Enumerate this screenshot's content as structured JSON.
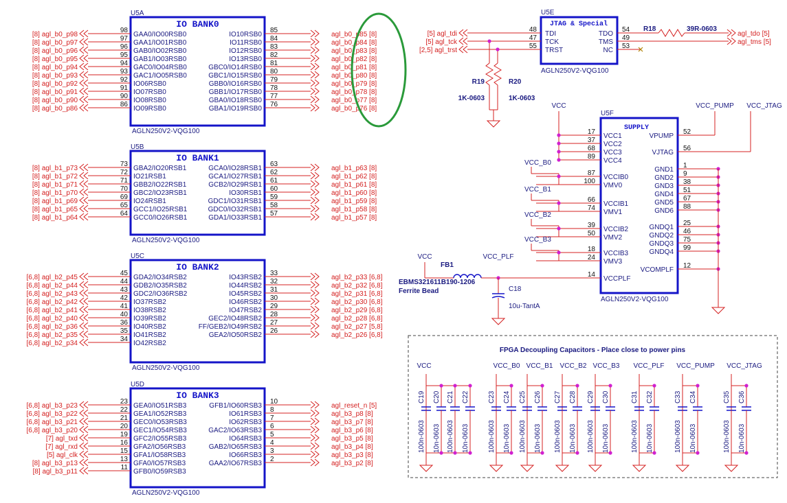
{
  "colors": {
    "wire": "#d42020",
    "box": "#1414c8",
    "text": "#1a1a80",
    "annotation": "#2a9a3a"
  },
  "u5a": {
    "ref": "U5A",
    "title": "IO BANK0",
    "part": "AGLN250V2-VQG100",
    "left": [
      {
        "net": "[8]  agl_b0_p98",
        "num": "98",
        "pin": "GAA0/IO00RSB0"
      },
      {
        "net": "[8]  agl_b0_p97",
        "num": "97",
        "pin": "GAA1/IO01RSB0"
      },
      {
        "net": "[8]  agl_b0_p96",
        "num": "96",
        "pin": "GAB0/IO02RSB0"
      },
      {
        "net": "[8]  agl_b0_p95",
        "num": "95",
        "pin": "GAB1/IO03RSB0"
      },
      {
        "net": "[8]  agl_b0_p94",
        "num": "94",
        "pin": "GAC0/IO04RSB0"
      },
      {
        "net": "[8]  agl_b0_p93",
        "num": "93",
        "pin": "GAC1/IO05RSB0"
      },
      {
        "net": "[8]  agl_b0_p92",
        "num": "92",
        "pin": "IO06RSB0"
      },
      {
        "net": "[8]  agl_b0_p91",
        "num": "91",
        "pin": "IO07RSB0"
      },
      {
        "net": "[8]  agl_b0_p90",
        "num": "90",
        "pin": "IO08RSB0"
      },
      {
        "net": "[8]  agl_b0_p86",
        "num": "86",
        "pin": "IO09RSB0"
      }
    ],
    "right": [
      {
        "pin": "IO10RSB0",
        "num": "85",
        "net": "agl_b0_p85  [8]"
      },
      {
        "pin": "IO11RSB0",
        "num": "84",
        "net": "agl_b0_p84  [8]"
      },
      {
        "pin": "IO12RSB0",
        "num": "83",
        "net": "agl_b0_p83  [8]"
      },
      {
        "pin": "IO13RSB0",
        "num": "82",
        "net": "agl_b0_p82  [8]"
      },
      {
        "pin": "GBC0/IO14RSB0",
        "num": "81",
        "net": "agl_b0_p81  [8]"
      },
      {
        "pin": "GBC1/IO15RSB0",
        "num": "80",
        "net": "agl_b0_p80  [8]"
      },
      {
        "pin": "GBB0/IO16RSB0",
        "num": "79",
        "net": "agl_b0_p79  [8]"
      },
      {
        "pin": "GBB1/IO17RSB0",
        "num": "78",
        "net": "agl_b0_p78  [8]"
      },
      {
        "pin": "GBA0/IO18RSB0",
        "num": "77",
        "net": "agl_b0_p77  [8]"
      },
      {
        "pin": "GBA1/IO19RSB0",
        "num": "76",
        "net": "agl_b0_p76  [8]"
      }
    ]
  },
  "u5b": {
    "ref": "U5B",
    "title": "IO BANK1",
    "part": "AGLN250V2-VQG100",
    "left": [
      {
        "net": "[8]  agl_b1_p73",
        "num": "73",
        "pin": "GBA2/IO20RSB1"
      },
      {
        "net": "[8]  agl_b1_p72",
        "num": "72",
        "pin": "IO21RSB1"
      },
      {
        "net": "[8]  agl_b1_p71",
        "num": "71",
        "pin": "GBB2/IO22RSB1"
      },
      {
        "net": "[8]  agl_b1_p70",
        "num": "70",
        "pin": "GBC2/IO23RSB1"
      },
      {
        "net": "[8]  agl_b1_p69",
        "num": "69",
        "pin": "IO24RSB1"
      },
      {
        "net": "[8]  agl_b1_p65",
        "num": "65",
        "pin": "GCC1/IO25RSB1"
      },
      {
        "net": "[8]  agl_b1_p64",
        "num": "64",
        "pin": "GCC0/IO26RSB1"
      }
    ],
    "right": [
      {
        "pin": "GCA0/IO28RSB1",
        "num": "63",
        "net": "agl_b1_p63  [8]"
      },
      {
        "pin": "GCA1/IO27RSB1",
        "num": "62",
        "net": "agl_b1_p62  [8]"
      },
      {
        "pin": "GCB2/IO29RSB1",
        "num": "61",
        "net": "agl_b1_p61  [8]"
      },
      {
        "pin": "IO30RSB1",
        "num": "60",
        "net": "agl_b1_p60  [8]"
      },
      {
        "pin": "GDC1/IO31RSB1",
        "num": "59",
        "net": "agl_b1_p59  [8]"
      },
      {
        "pin": "GDC0/IO32RSB1",
        "num": "58",
        "net": "agl_b1_p58  [8]"
      },
      {
        "pin": "GDA1/IO33RSB1",
        "num": "57",
        "net": "agl_b1_p57  [8]"
      }
    ]
  },
  "u5c": {
    "ref": "U5C",
    "title": "IO BANK2",
    "part": "AGLN250V2-VQG100",
    "left": [
      {
        "net": "[6,8]  agl_b2_p45",
        "num": "45",
        "pin": "GDA2/IO34RSB2"
      },
      {
        "net": "[6,8]  agl_b2_p44",
        "num": "44",
        "pin": "GDB2/IO35RSB2"
      },
      {
        "net": "[6,8]  agl_b2_p43",
        "num": "43",
        "pin": "GDC2/IO36RSB2"
      },
      {
        "net": "[6,8]  agl_b2_p42",
        "num": "42",
        "pin": "IO37RSB2"
      },
      {
        "net": "[6,8]  agl_b2_p41",
        "num": "41",
        "pin": "IO38RSB2"
      },
      {
        "net": "[6,8]  agl_b2_p40",
        "num": "40",
        "pin": "IO39RSB2"
      },
      {
        "net": "[6,8]  agl_b2_p36",
        "num": "36",
        "pin": "IO40RSB2"
      },
      {
        "net": "[6,8]  agl_b2_p35",
        "num": "35",
        "pin": "IO41RSB2"
      },
      {
        "net": "[6,8]  agl_b2_p34",
        "num": "34",
        "pin": "IO42RSB2"
      }
    ],
    "right": [
      {
        "pin": "IO43RSB2",
        "num": "33",
        "net": "agl_b2_p33  [6,8]"
      },
      {
        "pin": "IO44RSB2",
        "num": "32",
        "net": "agl_b2_p32  [6,8]"
      },
      {
        "pin": "IO45RSB2",
        "num": "31",
        "net": "agl_b2_p31  [6,8]"
      },
      {
        "pin": "IO46RSB2",
        "num": "30",
        "net": "agl_b2_p30  [6,8]"
      },
      {
        "pin": "IO47RSB2",
        "num": "29",
        "net": "agl_b2_p29  [6,8]"
      },
      {
        "pin": "GEC2/IO48RSB2",
        "num": "28",
        "net": "agl_b2_p28  [6,8]"
      },
      {
        "pin": "FF/GEB2/IO49RSB2",
        "num": "27",
        "net": "agl_b2_p27  [5,8]"
      },
      {
        "pin": "GEA2/IO50RSB2",
        "num": "26",
        "net": "agl_b2_p26  [6,8]"
      }
    ]
  },
  "u5d": {
    "ref": "U5D",
    "title": "IO BANK3",
    "part": "AGLN250V2-VQG100",
    "left": [
      {
        "net": "[6,8]  agl_b3_p23",
        "num": "23",
        "pin": "GEA0/IO51RSB3"
      },
      {
        "net": "[6,8]  agl_b3_p22",
        "num": "22",
        "pin": "GEA1/IO52RSB3"
      },
      {
        "net": "[6,8]  agl_b3_p21",
        "num": "21",
        "pin": "GEC0/IO53RSB3"
      },
      {
        "net": "[6,8]  agl_b3_p20",
        "num": "20",
        "pin": "GEC1/IO54RSB3"
      },
      {
        "net": "[7]  agl_txd",
        "num": "19",
        "pin": "GFC2/IO55RSB3"
      },
      {
        "net": "[7]  agl_rxd",
        "num": "16",
        "pin": "GFA2/IO56RSB3"
      },
      {
        "net": "[5]  agl_clk",
        "num": "15",
        "pin": "GFA1/IO58RSB3"
      },
      {
        "net": "[8]  agl_b3_p13",
        "num": "13",
        "pin": "GFA0/IO57RSB3"
      },
      {
        "net": "[8]  agl_b3_p11",
        "num": "11",
        "pin": "GFB0/IO59RSB3"
      }
    ],
    "right": [
      {
        "pin": "GFB1/IO60RSB3",
        "num": "10",
        "net": "agl_reset_n  [5]"
      },
      {
        "pin": "IO61RSB3",
        "num": "8",
        "net": "agl_b3_p8  [8]"
      },
      {
        "pin": "IO62RSB3",
        "num": "7",
        "net": "agl_b3_p7  [8]"
      },
      {
        "pin": "GAC2/IO63RSB3",
        "num": "6",
        "net": "agl_b3_p6  [8]"
      },
      {
        "pin": "IO64RSB3",
        "num": "5",
        "net": "agl_b3_p5  [8]"
      },
      {
        "pin": "GAB2/IO65RSB3",
        "num": "4",
        "net": "agl_b3_p4  [8]"
      },
      {
        "pin": "IO66RSB3",
        "num": "3",
        "net": "agl_b3_p3  [8]"
      },
      {
        "pin": "GAA2/IO67RSB3",
        "num": "2",
        "net": "agl_b3_p2  [8]"
      }
    ]
  },
  "u5e": {
    "ref": "U5E",
    "title": "JTAG & Special",
    "part": "AGLN250V2-VQG100",
    "left": [
      {
        "net": "[5]  agl_tdi",
        "num": "48",
        "pin": "TDI"
      },
      {
        "net": "[5]  agl_tck",
        "num": "47",
        "pin": "TCK"
      },
      {
        "net": "[2,5]  agl_trst",
        "num": "55",
        "pin": "TRST"
      }
    ],
    "right": [
      {
        "pin": "TDO",
        "num": "54"
      },
      {
        "pin": "TMS",
        "num": "49"
      },
      {
        "pin": "NC",
        "num": "53"
      }
    ],
    "r18_ref": "R18",
    "r18_val": "39R-0603",
    "tdo_net": "agl_tdo  [5]",
    "tms_net": "agl_tms  [5]",
    "r19_ref": "R19",
    "r19_val": "1K-0603",
    "r20_ref": "R20",
    "r20_val": "1K-0603"
  },
  "u5f": {
    "ref": "U5F",
    "title": "SUPPLY",
    "part": "AGLN250V2-VQG100",
    "vcc_label": "VCC",
    "left": [
      {
        "num": "17",
        "pin": "VCC1"
      },
      {
        "num": "37",
        "pin": "VCC2"
      },
      {
        "num": "68",
        "pin": "VCC3"
      },
      {
        "num": "89",
        "pin": "VCC4"
      },
      {
        "num": "87",
        "pin": "VCCIB0"
      },
      {
        "num": "100",
        "pin": "VMV0"
      },
      {
        "num": "66",
        "pin": "VCCIB1"
      },
      {
        "num": "74",
        "pin": "VMV1"
      },
      {
        "num": "39",
        "pin": "VCCIB2"
      },
      {
        "num": "50",
        "pin": "VMV2"
      },
      {
        "num": "18",
        "pin": "VCCIB3"
      },
      {
        "num": "24",
        "pin": "VMV3"
      },
      {
        "num": "14",
        "pin": "VCCPLF"
      }
    ],
    "right": [
      {
        "pin": "VPUMP",
        "num": "52"
      },
      {
        "pin": "VJTAG",
        "num": "56"
      },
      {
        "pin": "GND1",
        "num": "1"
      },
      {
        "pin": "GND2",
        "num": "9"
      },
      {
        "pin": "GND3",
        "num": "38"
      },
      {
        "pin": "GND4",
        "num": "51"
      },
      {
        "pin": "GND5",
        "num": "67"
      },
      {
        "pin": "GND6",
        "num": "88"
      },
      {
        "pin": "GNDQ1",
        "num": "25"
      },
      {
        "pin": "GNDQ2",
        "num": "46"
      },
      {
        "pin": "GNDQ3",
        "num": "75"
      },
      {
        "pin": "GNDQ4",
        "num": "99"
      },
      {
        "pin": "VCOMPLF",
        "num": "12"
      }
    ],
    "rails": [
      "VCC_B0",
      "VCC_B1",
      "VCC_B2",
      "VCC_B3"
    ],
    "vcc_pump": "VCC_PUMP",
    "vcc_jtag": "VCC_JTAG"
  },
  "plf": {
    "vcc": "VCC",
    "fb_ref": "FB1",
    "vcc_plf": "VCC_PLF",
    "fb_part": "EBMS321611B190-1206",
    "fb_desc": "Ferrite Bead",
    "c_ref": "C18",
    "c_val": "10u-TantA"
  },
  "decoupling": {
    "title": "FPGA Decoupling Capacitors - Place close to power pins",
    "groups": [
      {
        "rail": "VCC",
        "caps": [
          {
            "ref": "C19",
            "val": "100n-0603"
          },
          {
            "ref": "C20",
            "val": "10n-0603"
          },
          {
            "ref": "C21",
            "val": "100n-0603"
          },
          {
            "ref": "C22",
            "val": "10n-0603"
          }
        ]
      },
      {
        "rail": "VCC_B0",
        "caps": [
          {
            "ref": "C23",
            "val": "100n-0603"
          },
          {
            "ref": "C24",
            "val": "10n-0603"
          }
        ]
      },
      {
        "rail": "VCC_B1",
        "caps": [
          {
            "ref": "C25",
            "val": "100n-0603"
          },
          {
            "ref": "C26",
            "val": "10n-0603"
          }
        ]
      },
      {
        "rail": "VCC_B2",
        "caps": [
          {
            "ref": "C27",
            "val": "100n-0603"
          },
          {
            "ref": "C28",
            "val": "10n-0603"
          }
        ]
      },
      {
        "rail": "VCC_B3",
        "caps": [
          {
            "ref": "C29",
            "val": "100n-0603"
          },
          {
            "ref": "C30",
            "val": "10n-0603"
          }
        ]
      },
      {
        "rail": "VCC_PLF",
        "caps": [
          {
            "ref": "C31",
            "val": "100n-0603"
          },
          {
            "ref": "C32",
            "val": "10n-0603"
          }
        ]
      },
      {
        "rail": "VCC_PUMP",
        "caps": [
          {
            "ref": "C33",
            "val": "100n-0603"
          },
          {
            "ref": "C34",
            "val": "10n-0603"
          }
        ]
      },
      {
        "rail": "VCC_JTAG",
        "caps": [
          {
            "ref": "C35",
            "val": "100n-0603"
          },
          {
            "ref": "C36",
            "val": "10n-0603"
          }
        ]
      }
    ]
  }
}
